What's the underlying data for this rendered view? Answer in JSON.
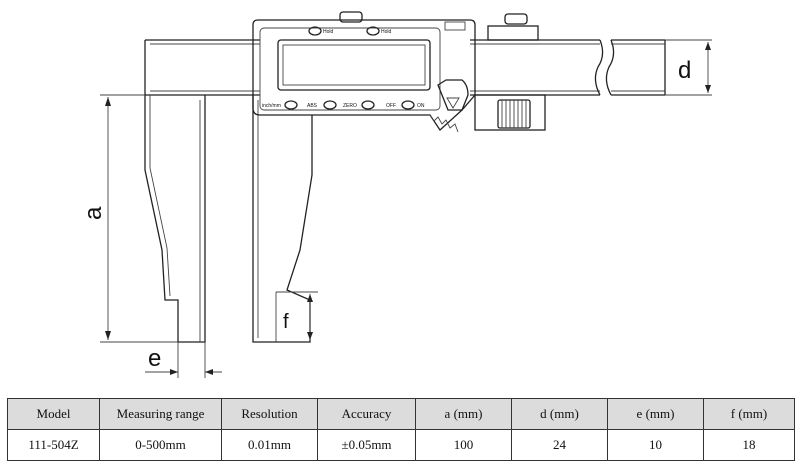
{
  "diagram": {
    "dimension_labels": {
      "a": "a",
      "d": "d",
      "e": "e",
      "f": "f"
    },
    "buttons": [
      "Hold",
      "Hold",
      "inch/mm",
      "ABS",
      "ZERO",
      "OFF",
      "ON"
    ]
  },
  "table": {
    "headers": [
      "Model",
      "Measuring range",
      "Resolution",
      "Accuracy",
      "a (mm)",
      "d (mm)",
      "e (mm)",
      "f (mm)"
    ],
    "rows": [
      [
        "111-504Z",
        "0-500mm",
        "0.01mm",
        "±0.05mm",
        "100",
        "24",
        "10",
        "18"
      ]
    ]
  }
}
